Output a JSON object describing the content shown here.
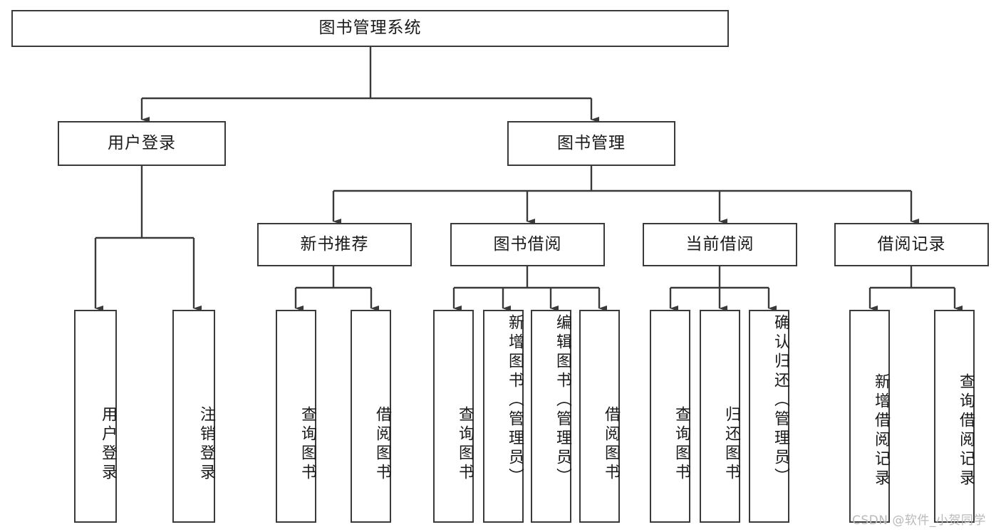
{
  "diagram": {
    "type": "tree-hierarchy",
    "title": "图书管理系统",
    "root": {
      "label": "图书管理系统"
    },
    "level2": [
      {
        "label": "用户登录"
      },
      {
        "label": "图书管理"
      }
    ],
    "level3": [
      {
        "label": "新书推荐"
      },
      {
        "label": "图书借阅"
      },
      {
        "label": "当前借阅"
      },
      {
        "label": "借阅记录"
      }
    ],
    "leaves": {
      "user_login": [
        {
          "label": "用户登录"
        },
        {
          "label": "注销登录"
        }
      ],
      "new_book_recommend": [
        {
          "label": "查询图书"
        },
        {
          "label": "借阅图书"
        }
      ],
      "book_borrow": [
        {
          "label": "查询图书"
        },
        {
          "label": "新增图书（管理员）"
        },
        {
          "label": "编辑图书（管理员）"
        },
        {
          "label": "借阅图书"
        }
      ],
      "current_borrow": [
        {
          "label": "查询图书"
        },
        {
          "label": "归还图书"
        },
        {
          "label": "确认归还（管理员）"
        }
      ],
      "borrow_record": [
        {
          "label": "新增借阅记录"
        },
        {
          "label": "查询借阅记录"
        }
      ]
    }
  },
  "watermark": {
    "text": "CSDN @软件_小贺同学"
  },
  "colors": {
    "stroke": "#3a3a3a",
    "background": "#ffffff",
    "text": "#1a1a1a",
    "watermark": "#b9b9b9"
  }
}
